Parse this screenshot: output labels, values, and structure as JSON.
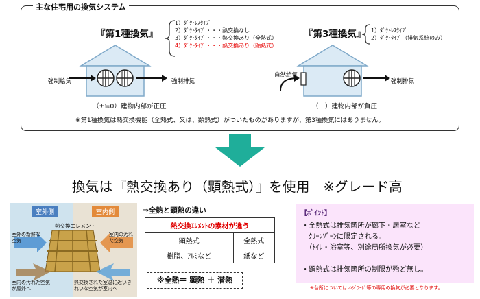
{
  "frame": {
    "title": "主な住宅用の換気システム"
  },
  "type1": {
    "title": "『第1種換気』",
    "options": [
      {
        "text": "1）ﾀﾞｸﾄﾚｽﾀｲﾌﾟ",
        "highlight": false
      },
      {
        "text": "2）ﾀﾞｸﾄﾀｲﾌﾟ・・・熱交換なし",
        "highlight": false
      },
      {
        "text": "3）ﾀﾞｸﾄﾀｲﾌﾟ・・・熱交換あり（全熱式）",
        "highlight": false
      },
      {
        "text": "4）ﾀﾞｸﾄﾀｲﾌﾟ・・・熱交換あり（顕熱式）",
        "highlight": true
      }
    ],
    "supply_label": "強制給気",
    "exhaust_label": "強制排気",
    "pressure_label": "（±≒0）建物内部が正圧"
  },
  "type3": {
    "title": "『第3種換気』",
    "options": [
      {
        "text": "1）ﾀﾞｸﾄﾚｽﾀｲﾌﾟ"
      },
      {
        "text": "2）ﾀﾞｸﾄﾀｲﾌﾟ（排気系統のみ）"
      }
    ],
    "supply_label": "自然給気",
    "exhaust_label": "強制排気",
    "pressure_label": "（－）建物内部が負圧"
  },
  "note": "※第1種換気は熱交換機能（全熱式、又は、顕熱式）がついたものがありますが、第3種換気にはありません。",
  "conclusion": "換気は『熱交換あり（顕熱式）』を使用　※グレード高",
  "photo": {
    "outside_label": "室外側",
    "inside_label": "室内側",
    "element_label": "熱交換エレメント",
    "fresh_air": "室外の新鮮な空気",
    "dirty_air": "室内の汚れた空気",
    "exhaust_air": "室内の汚れた空気が屋外へ",
    "supply_air": "熱交換された室温に近いきれいな空気が室内へ"
  },
  "comparison": {
    "title": "⇒全熱と顕熱の違い",
    "header": "熱交換ｴﾚﾒﾝﾄの素材が違う",
    "row1": [
      "顕熱式",
      "全熱式"
    ],
    "row2": [
      "樹脂、ｱﾙﾐなど",
      "紙など"
    ],
    "formula": "※全熱＝ 顕熱 ＋ 潜熱"
  },
  "points": {
    "title": "【ﾎﾟｲﾝﾄ】",
    "lines": [
      "・全熱式は排気箇所が廊下・居室など",
      "　ｸﾘｰﾝｿﾞｰﾝに限定される。",
      "　（ﾄｲﾚ・浴室等、別途局所換気が必要）",
      "・顕熱式は排気箇所の制限が殆ど無し。"
    ],
    "note": "※台所についてはﾚﾝｼﾞﾌｰﾄﾞ等の専用の換気が必要となります。"
  },
  "colors": {
    "arrow": "#1fae9a",
    "highlight": "#e60000",
    "house_fill": "#dbeaf5",
    "house_stroke": "#7fa9c9",
    "point_bg": "#fbe4fb",
    "header_red": "#e00000"
  }
}
